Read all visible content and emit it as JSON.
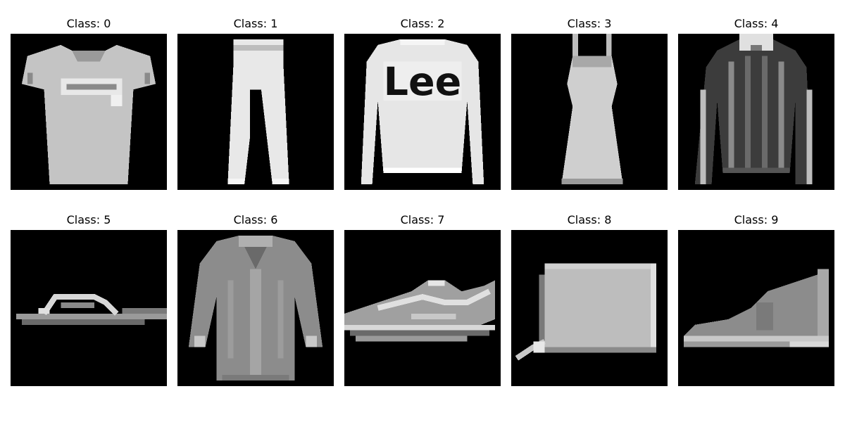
{
  "figure": {
    "panels": [
      {
        "title": "Class: 0",
        "item": "t-shirt-icon"
      },
      {
        "title": "Class: 1",
        "item": "trouser-icon"
      },
      {
        "title": "Class: 2",
        "item": "pullover-icon",
        "print_text": "Lee"
      },
      {
        "title": "Class: 3",
        "item": "dress-icon"
      },
      {
        "title": "Class: 4",
        "item": "coat-icon"
      },
      {
        "title": "Class: 5",
        "item": "sandal-icon"
      },
      {
        "title": "Class: 6",
        "item": "shirt-icon"
      },
      {
        "title": "Class: 7",
        "item": "sneaker-icon"
      },
      {
        "title": "Class: 8",
        "item": "bag-icon"
      },
      {
        "title": "Class: 9",
        "item": "ankle-boot-icon"
      }
    ],
    "colors": {
      "background": "#ffffff",
      "image_background": "#000000",
      "garment_light": "#e4e4e4",
      "garment_mid": "#bdbdbd",
      "garment_dark": "#7a7a7a"
    }
  }
}
